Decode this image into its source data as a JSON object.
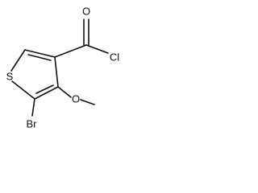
{
  "molecule": {
    "atoms": {
      "sulfur": "S",
      "carbonyl_oxygen": "O",
      "chlorine": "Cl",
      "methoxy_oxygen": "O",
      "bromine": "Br"
    }
  }
}
